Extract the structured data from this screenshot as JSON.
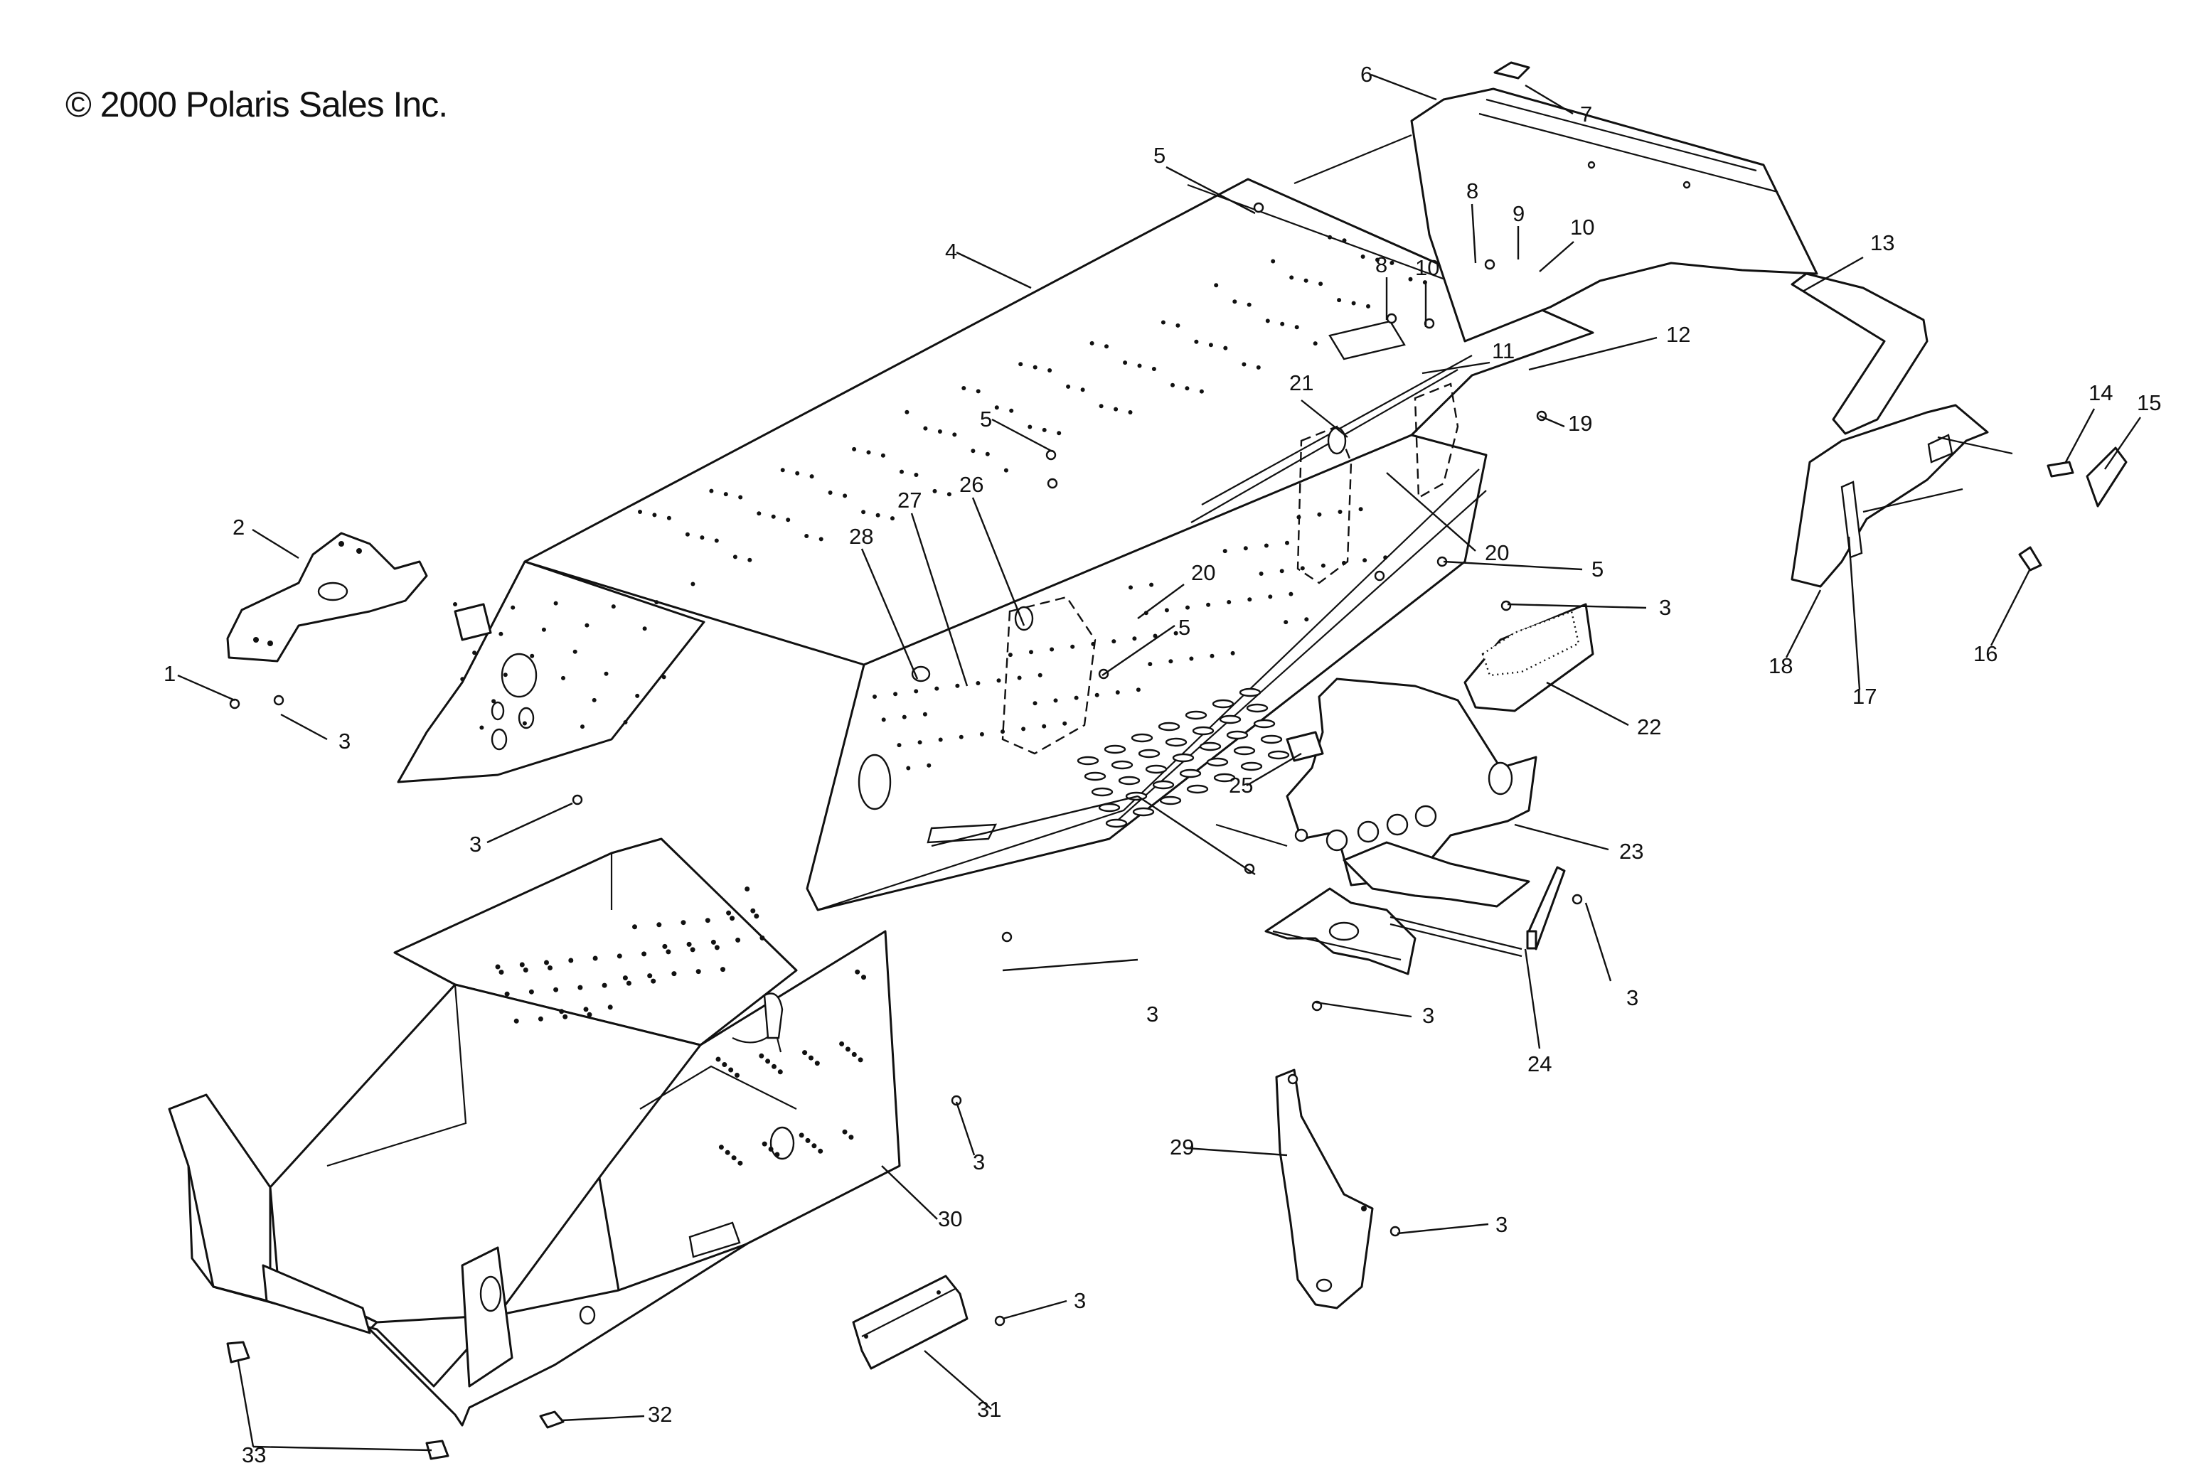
{
  "copyright": "© 2000 Polaris Sales Inc.",
  "callouts": [
    "1",
    "2",
    "3",
    "4",
    "5",
    "6",
    "7",
    "8",
    "9",
    "10",
    "11",
    "12",
    "13",
    "14",
    "15",
    "16",
    "17",
    "18",
    "19",
    "20",
    "21",
    "22",
    "23",
    "24",
    "25",
    "26",
    "27",
    "28",
    "29",
    "30",
    "31",
    "32",
    "33"
  ],
  "parts": [
    {
      "ref": "1"
    },
    {
      "ref": "2"
    },
    {
      "ref": "3"
    },
    {
      "ref": "4"
    },
    {
      "ref": "5"
    },
    {
      "ref": "6"
    },
    {
      "ref": "7"
    },
    {
      "ref": "8"
    },
    {
      "ref": "9"
    },
    {
      "ref": "10"
    },
    {
      "ref": "11"
    },
    {
      "ref": "12"
    },
    {
      "ref": "13"
    },
    {
      "ref": "14"
    },
    {
      "ref": "15"
    },
    {
      "ref": "16"
    },
    {
      "ref": "17"
    },
    {
      "ref": "18"
    },
    {
      "ref": "19"
    },
    {
      "ref": "20"
    },
    {
      "ref": "21"
    },
    {
      "ref": "22"
    },
    {
      "ref": "23"
    },
    {
      "ref": "24"
    },
    {
      "ref": "25"
    },
    {
      "ref": "26"
    },
    {
      "ref": "27"
    },
    {
      "ref": "28"
    },
    {
      "ref": "29"
    },
    {
      "ref": "30"
    },
    {
      "ref": "31"
    },
    {
      "ref": "32"
    },
    {
      "ref": "33"
    }
  ]
}
